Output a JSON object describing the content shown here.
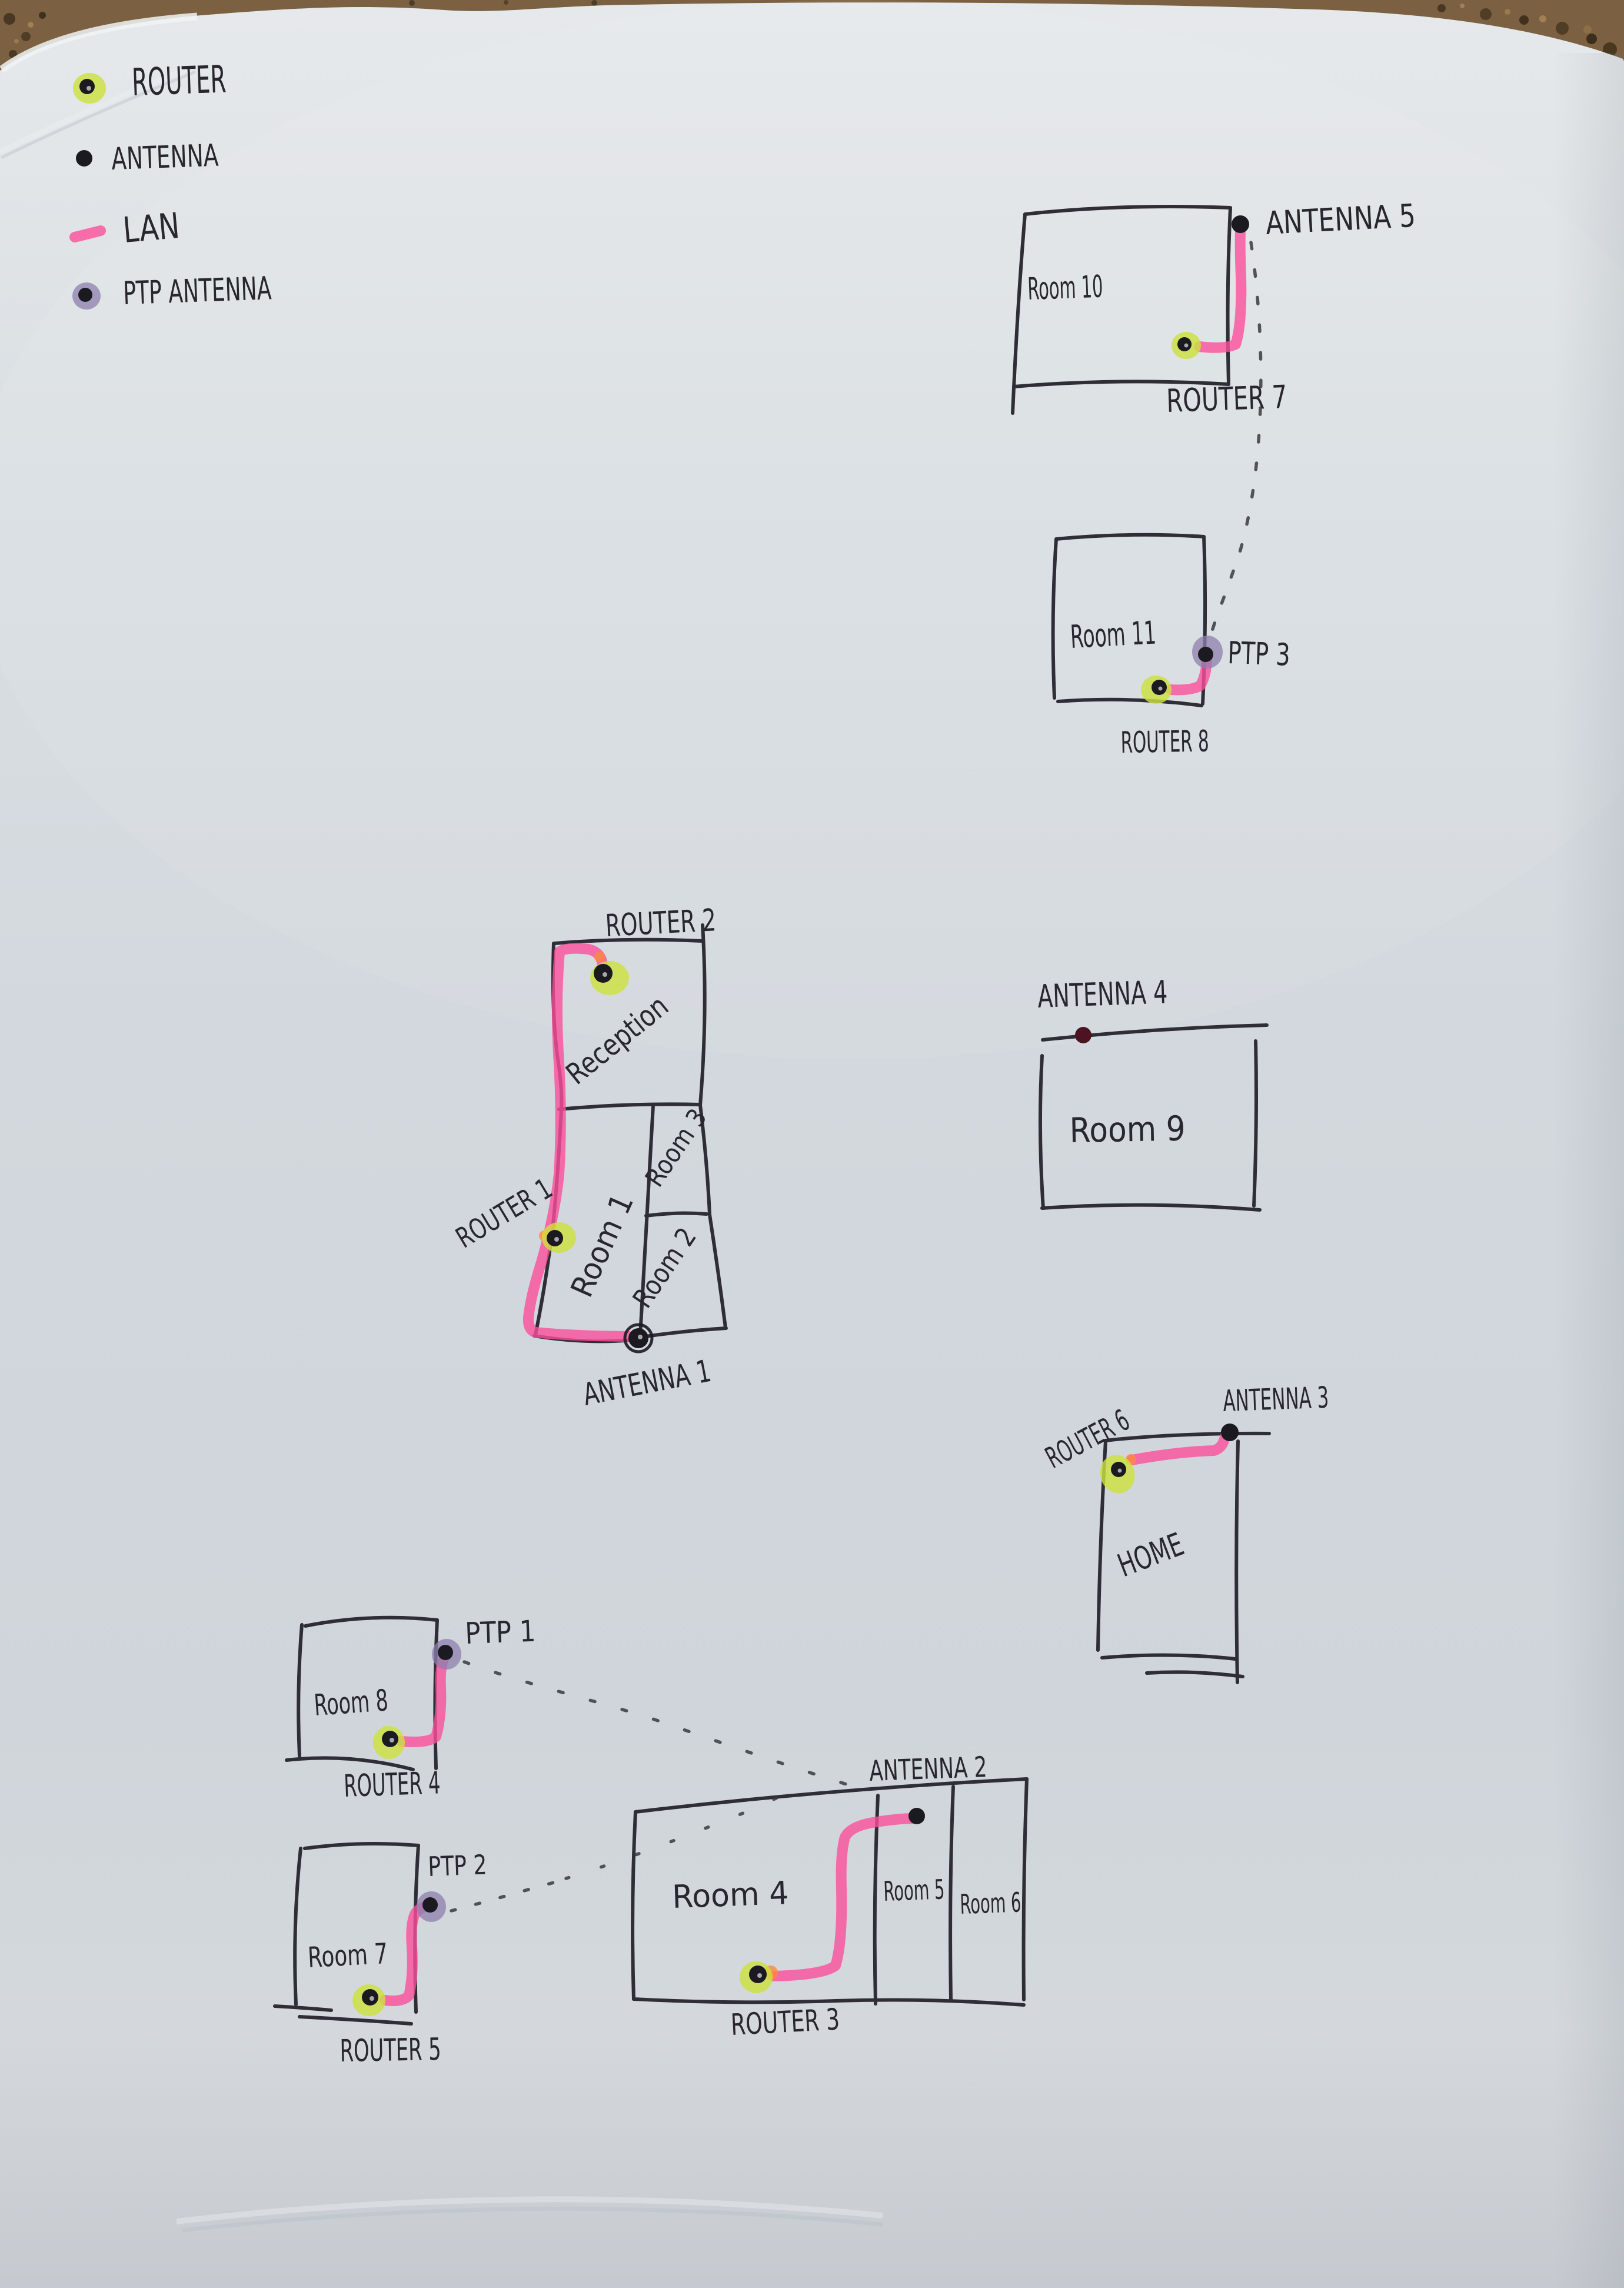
{
  "legend": {
    "router_label": "ROUTER",
    "antenna_label": "ANTENNA",
    "lan_label": "LAN",
    "ptp_label": "PTP ANTENNA"
  },
  "rooms": {
    "room10": {
      "name": "Room 10",
      "antenna": "ANTENNA 5",
      "router": "ROUTER 7"
    },
    "room11": {
      "name": "Room 11",
      "ptp": "PTP 3",
      "router": "ROUTER 8"
    },
    "reception": {
      "name": "Reception",
      "router": "ROUTER 2"
    },
    "room1": {
      "name": "Room 1",
      "router": "ROUTER 1",
      "antenna": "ANTENNA 1"
    },
    "room3": {
      "name": "Room 3"
    },
    "room2": {
      "name": "Room 2"
    },
    "room9": {
      "name": "Room 9",
      "antenna": "ANTENNA 4"
    },
    "home": {
      "name": "HOME",
      "router": "ROUTER 6",
      "antenna": "ANTENNA 3"
    },
    "room8": {
      "name": "Room 8",
      "router": "ROUTER 4",
      "ptp": "PTP 1"
    },
    "room7": {
      "name": "Room 7",
      "router": "ROUTER 5",
      "ptp": "PTP 2"
    },
    "room4": {
      "name": "Room 4",
      "router": "ROUTER 3"
    },
    "room5": {
      "name": "Room 5",
      "antenna": "ANTENNA 2"
    },
    "room6": {
      "name": "Room 6"
    }
  },
  "colors": {
    "ink": "#2f2d36",
    "lan_pink": "#fb4f9b",
    "router_highlight": "#cde140",
    "ptp_highlight": "#8d7fae",
    "antenna4_dot": "#4e1322",
    "paper": "#d4dade",
    "cork_background": "#6e5639",
    "orange_tip": "#ff8a3b"
  }
}
